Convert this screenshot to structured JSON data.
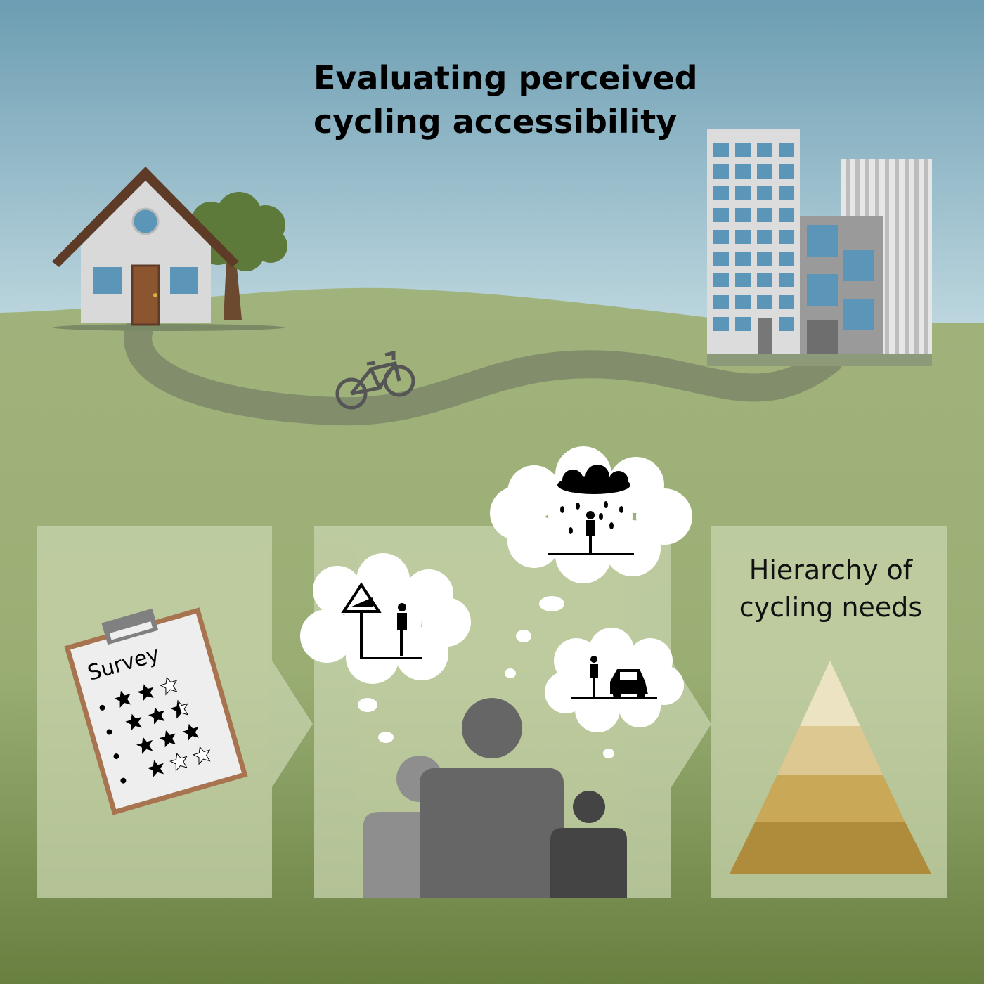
{
  "title": {
    "line1": "Evaluating perceived",
    "line2": "cycling accessibility"
  },
  "survey": {
    "label": "Survey",
    "ratings": [
      2,
      2.5,
      3,
      1
    ],
    "max_stars": 3
  },
  "hierarchy": {
    "line1": "Hierarchy of",
    "line2": "cycling needs",
    "levels": 4
  },
  "colors": {
    "sky_top": "#6c9db2",
    "sky_bottom": "#bcd6de",
    "grass": "#9fb27a",
    "grass_dark": "#6a8443",
    "panel": "#c4d0aa",
    "pyramid": [
      "#ece3c3",
      "#dcc890",
      "#c9a857",
      "#ae8c3c"
    ],
    "clipboard": "#a87450",
    "window": "#5b95b8"
  }
}
